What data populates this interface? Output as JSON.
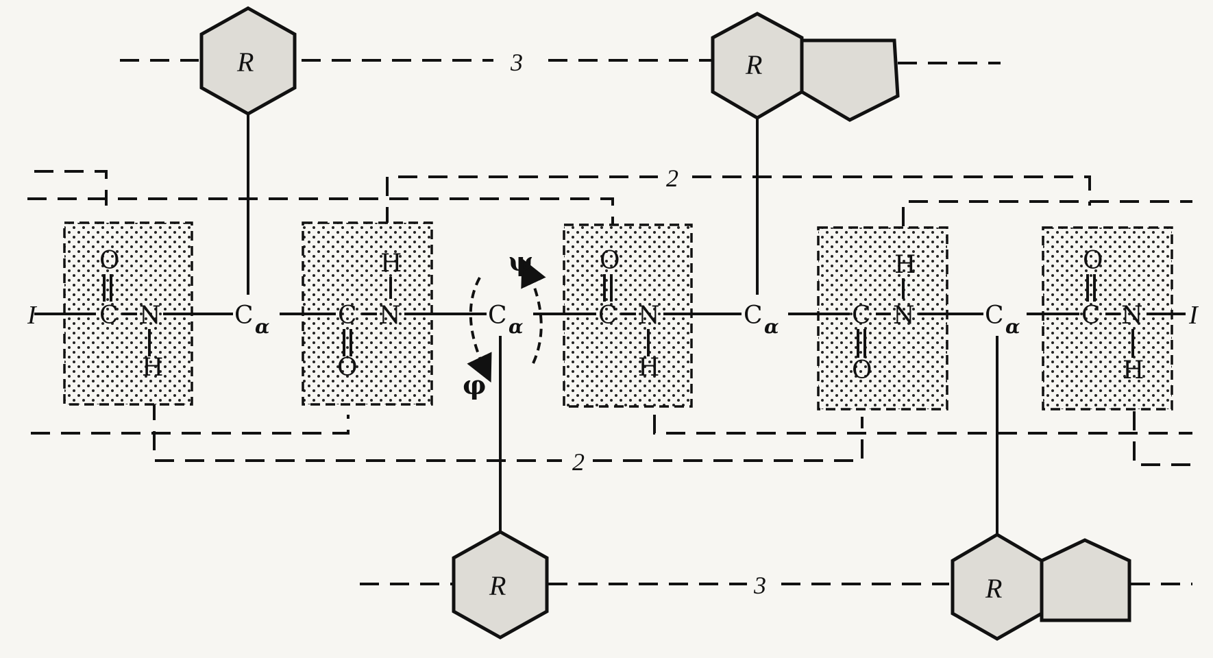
{
  "diagram": {
    "side_chain_label": "R",
    "calpha_atom": "C",
    "calpha_subscript": "α",
    "carbon_atom": "C",
    "nitrogen_atom": "N",
    "oxygen_atom": "O",
    "hydrogen_atom": "H",
    "phi_label": "φ",
    "psi_label": "ψ",
    "hbond_label": "2",
    "hydrophobic_label": "3",
    "chain_end_label": "I"
  }
}
